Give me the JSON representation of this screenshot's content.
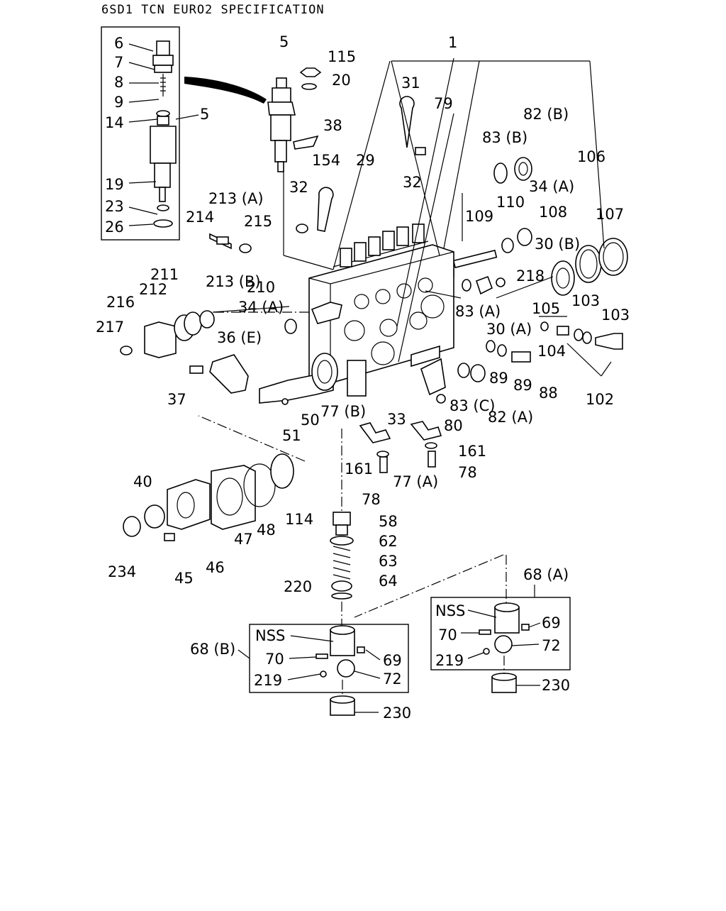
{
  "header": {
    "title": "6SD1 TCN EURO2 SPECIFICATION"
  },
  "callouts": {
    "c1": "1",
    "c5a": "5",
    "c5b": "5",
    "c6": "6",
    "c7": "7",
    "c8": "8",
    "c9": "9",
    "c14": "14",
    "c19": "19",
    "c20": "20",
    "c23": "23",
    "c26": "26",
    "c29": "29",
    "c31": "31",
    "c32a": "32",
    "c32b": "32",
    "c33": "33",
    "c34a": "34 (A)",
    "c34b": "34 (A)",
    "c36e": "36 (E)",
    "c37": "37",
    "c38": "38",
    "c40": "40",
    "c45": "45",
    "c46": "46",
    "c47": "47",
    "c48": "48",
    "c50": "50",
    "c51": "51",
    "c58": "58",
    "c62": "62",
    "c63": "63",
    "c64": "64",
    "c68a": "68 (A)",
    "c68b": "68 (B)",
    "c69a": "69",
    "c69b": "69",
    "c70a": "70",
    "c70b": "70",
    "c72a": "72",
    "c72b": "72",
    "c77a": "77 (A)",
    "c77b": "77 (B)",
    "c78a": "78",
    "c78b": "78",
    "c79": "79",
    "c80": "80",
    "c82a": "82 (A)",
    "c82b": "82 (B)",
    "c83a": "83 (A)",
    "c83b": "83 (B)",
    "c83c": "83 (C)",
    "c88": "88",
    "c89a": "89",
    "c89b": "89",
    "c30a": "30 (A)",
    "c30b": "30 (B)",
    "c102": "102",
    "c103a": "103",
    "c103b": "103",
    "c104": "104",
    "c105": "105",
    "c106": "106",
    "c107": "107",
    "c108": "108",
    "c109": "109",
    "c110": "110",
    "c114": "114",
    "c115": "115",
    "c154": "154",
    "c161a": "161",
    "c161b": "161",
    "c210": "210",
    "c211": "211",
    "c212": "212",
    "c213a": "213 (A)",
    "c213b": "213 (B)",
    "c214": "214",
    "c215": "215",
    "c216": "216",
    "c217": "217",
    "c218": "218",
    "c219a": "219",
    "c219b": "219",
    "c220": "220",
    "c230a": "230",
    "c230b": "230",
    "c234": "234",
    "nss_a": "NSS",
    "nss_b": "NSS"
  }
}
